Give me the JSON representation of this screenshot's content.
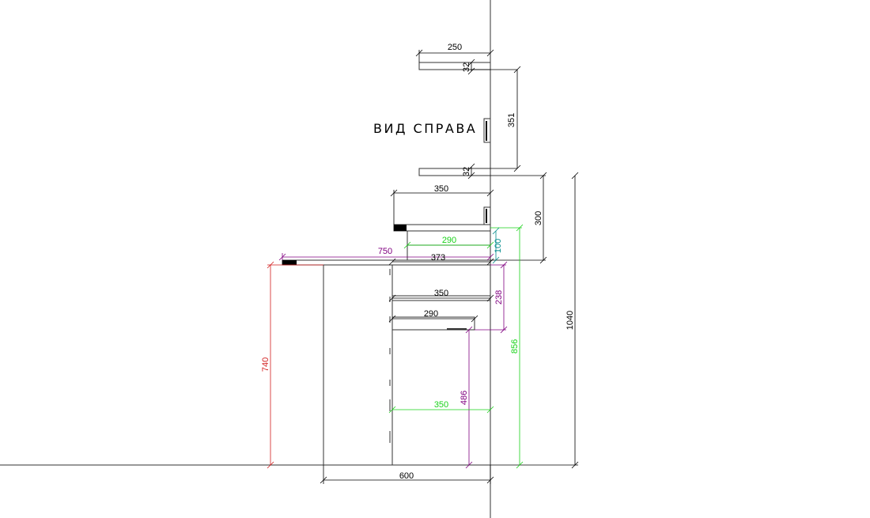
{
  "view_title": "ВИД СПРАВА",
  "colors": {
    "outline": "#333333",
    "black": "#000000",
    "purple": "#800080",
    "green": "#19d219",
    "red": "#d21e1e",
    "teal": "#008b8b"
  },
  "dimensions": {
    "shelf_depth": "250",
    "shelf_thickness_top": "32",
    "shelf_gap": "351",
    "shelf_thickness_bottom": "32",
    "hob_depth": "350",
    "upper_height": "300",
    "upper_inner_depth": "290",
    "upper_inner_height": "100",
    "worktop_overhang": "750",
    "worktop_inner": "373",
    "drawer_depth_top": "350",
    "drawer_height": "238",
    "drawer_depth_bottom": "290",
    "base_inner_depth": "350",
    "base_door_height": "486",
    "table_height": "740",
    "cabinet_height": "856",
    "total_height": "1040",
    "cabinet_depth": "600"
  }
}
